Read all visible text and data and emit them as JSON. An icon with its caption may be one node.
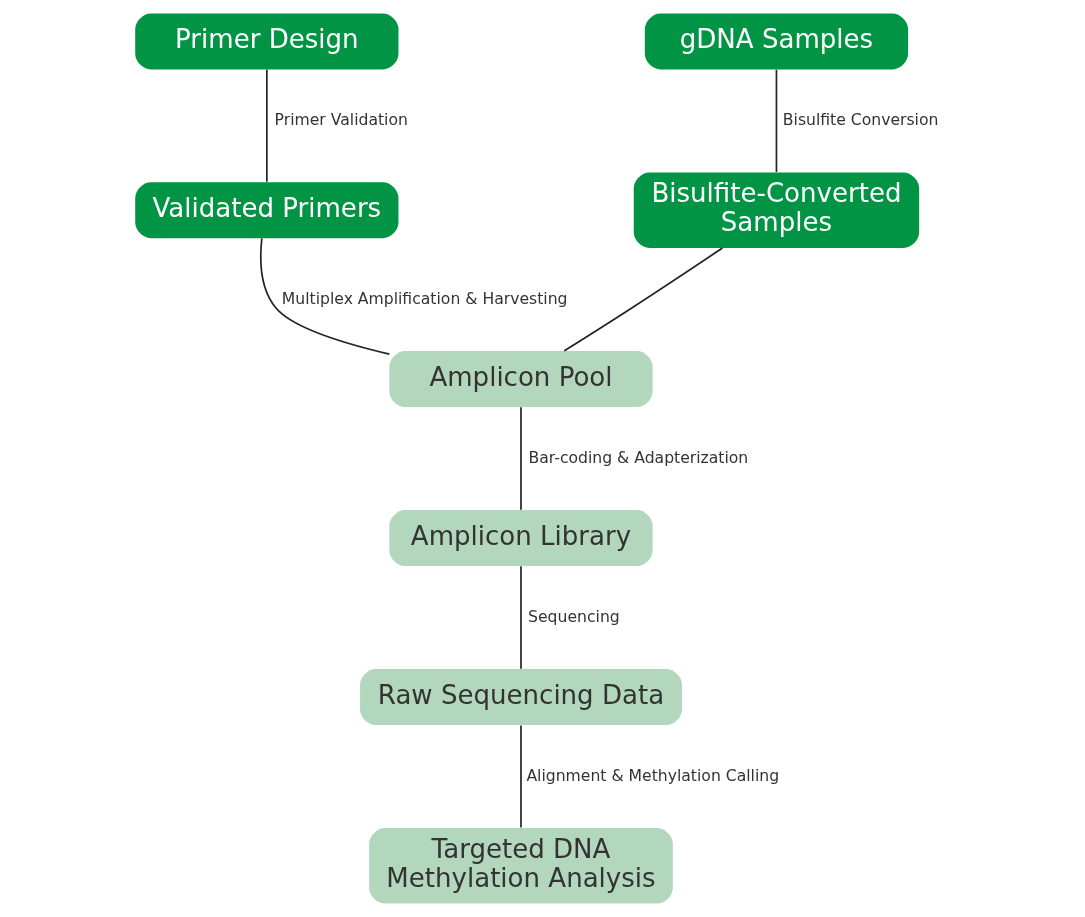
{
  "diagram": {
    "nodes": [
      {
        "text": [
          "Primer Design"
        ]
      },
      {
        "text": [
          "gDNA Samples"
        ]
      },
      {
        "text": [
          "Validated Primers"
        ]
      },
      {
        "text": [
          "Bisulfite-Converted Samples"
        ]
      },
      {
        "text": [
          "Amplicon Pool"
        ]
      },
      {
        "text": [
          "Amplicon Library"
        ]
      },
      {
        "text": [
          "Raw Sequencing Data"
        ]
      },
      {
        "text": [
          "Targeted DNA Methylation Analysis"
        ]
      }
    ],
    "edges": [
      {
        "from": 0,
        "to": 2,
        "arrow": "none",
        "label": "Primer Validation"
      },
      {
        "from": 1,
        "to": 3,
        "arrow": "none",
        "label": "Bisulfite Conversion"
      },
      {
        "from": 2,
        "to": 4,
        "arrow": "none",
        "label": "Multiplex Amplification & Harvesting"
      },
      {
        "from": 3,
        "to": 4,
        "arrow": "none"
      },
      {
        "from": 4,
        "to": 5,
        "arrow": "none",
        "label": "Bar-coding & Adapterization"
      },
      {
        "from": 5,
        "to": 6,
        "arrow": "none",
        "label": "Sequencing"
      },
      {
        "from": 6,
        "to": 7,
        "arrow": "none",
        "label": "Alignment & Methylation Calling"
      }
    ]
  }
}
